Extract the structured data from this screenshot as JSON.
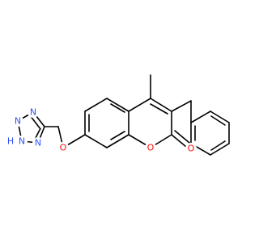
{
  "colors": {
    "background": "#ffffff",
    "bond": "#000000",
    "oxygen": "#ff0d0d",
    "nitrogen": "#3050f8"
  },
  "atoms": {
    "ring_oxygen": {
      "text": "O",
      "element": "oxygen"
    },
    "carbonyl_oxygen": {
      "text": "O",
      "element": "oxygen"
    },
    "ether_oxygen": {
      "text": "O",
      "element": "oxygen"
    },
    "tetrazole_n_top": {
      "text": "N",
      "element": "nitrogen"
    },
    "tetrazole_n_left": {
      "text": "N",
      "element": "nitrogen"
    },
    "tetrazole_nh": {
      "text": "N",
      "element": "nitrogen"
    },
    "tetrazole_nh_h": {
      "text": "H",
      "element": "nitrogen"
    },
    "tetrazole_n_bottom_right": {
      "text": "N",
      "element": "nitrogen"
    }
  }
}
